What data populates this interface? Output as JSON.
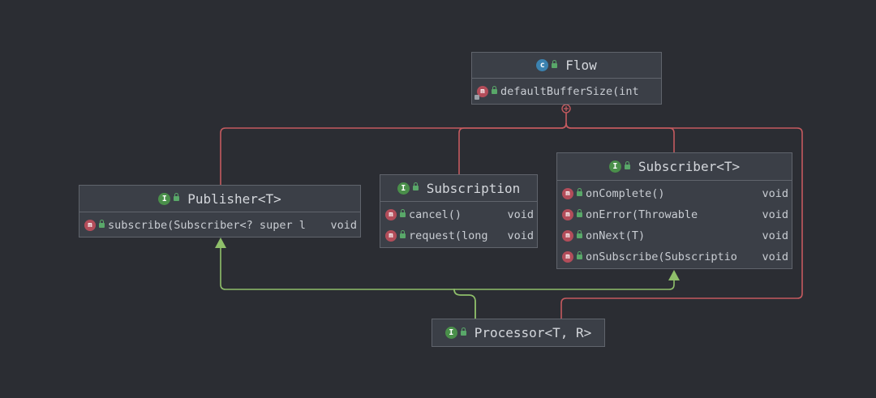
{
  "colors": {
    "background": "#2b2d33",
    "node_fill": "#3b3f47",
    "node_border": "#60646c",
    "inner_class_edge": "#c45a5f",
    "inheritance_edge": "#8fbf6a"
  },
  "nodes": {
    "flow": {
      "title": "Flow",
      "kind": "class",
      "kind_letter": "c",
      "members": [
        {
          "name": "defaultBufferSize(int",
          "type": ""
        }
      ]
    },
    "publisher": {
      "title": "Publisher<T>",
      "kind": "interface",
      "kind_letter": "I",
      "members": [
        {
          "name": "subscribe(Subscriber<? super l",
          "type": "void"
        }
      ]
    },
    "subscription": {
      "title": "Subscription",
      "kind": "interface",
      "kind_letter": "I",
      "members": [
        {
          "name": "cancel()",
          "type": "void"
        },
        {
          "name": "request(long",
          "type": "void"
        }
      ]
    },
    "subscriber": {
      "title": "Subscriber<T>",
      "kind": "interface",
      "kind_letter": "I",
      "members": [
        {
          "name": "onComplete()",
          "type": "void"
        },
        {
          "name": "onError(Throwable",
          "type": "void"
        },
        {
          "name": "onNext(T)",
          "type": "void"
        },
        {
          "name": "onSubscribe(Subscriptio",
          "type": "void"
        }
      ]
    },
    "processor": {
      "title": "Processor<T, R>",
      "kind": "interface",
      "kind_letter": "I",
      "members": []
    }
  },
  "edges": [
    {
      "type": "inner-class",
      "from": "publisher",
      "to": "flow"
    },
    {
      "type": "inner-class",
      "from": "subscription",
      "to": "flow"
    },
    {
      "type": "inner-class",
      "from": "subscriber",
      "to": "flow"
    },
    {
      "type": "inner-class",
      "from": "processor",
      "to": "flow"
    },
    {
      "type": "extends",
      "from": "processor",
      "to": "publisher"
    },
    {
      "type": "extends",
      "from": "processor",
      "to": "subscriber"
    }
  ],
  "icons": {
    "class": "class-icon",
    "interface": "interface-icon",
    "method": "method-icon",
    "visibility": "public-lock-icon",
    "inner_class_anchor": "circle-plus-icon",
    "inheritance_arrow": "hollow-triangle-arrow-icon"
  }
}
